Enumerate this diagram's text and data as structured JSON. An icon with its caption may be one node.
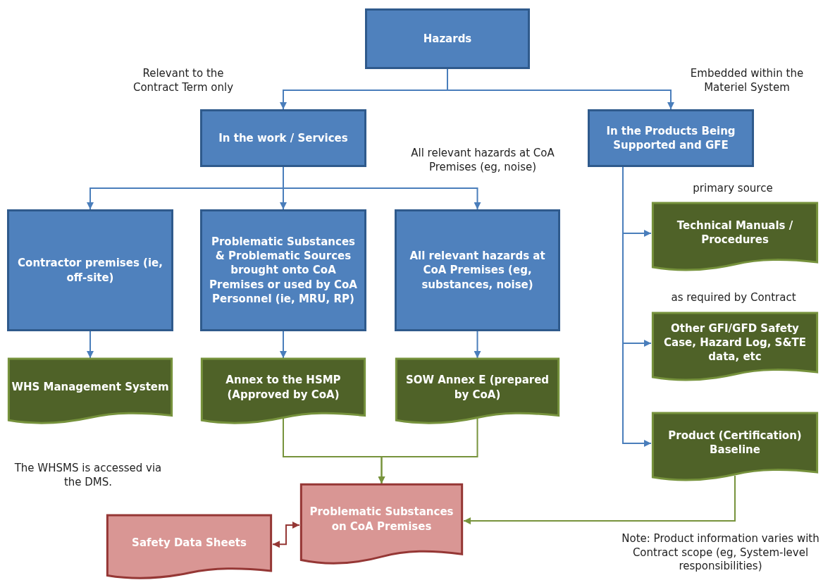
{
  "diagram": {
    "nodes": [
      {
        "text": [
          "Hazards"
        ]
      },
      {
        "text": [
          "In the work / Services"
        ]
      },
      {
        "text": [
          "In the Products Being Supported and GFE"
        ]
      },
      {
        "text": [
          "Contractor premises (ie, off-site)"
        ]
      },
      {
        "text": [
          "Problematic Substances & Problematic Sources brought onto CoA Premises or used by CoA Personnel (ie, MRU, RP)"
        ]
      },
      {
        "text": [
          "All relevant hazards at CoA Premises (eg, substances, noise)"
        ]
      },
      {
        "text": [
          "WHS Management System"
        ]
      },
      {
        "text": [
          "Annex to the HSMP (Approved by CoA)"
        ]
      },
      {
        "text": [
          "SOW Annex E (prepared by CoA)"
        ]
      },
      {
        "text": [
          "Technical Manuals / Procedures"
        ]
      },
      {
        "text": [
          "Other GFI/GFD Safety Case, Hazard Log, S&TE data, etc"
        ]
      },
      {
        "text": [
          "Product (Certification) Baseline"
        ]
      },
      {
        "text": [
          "Problematic Substances on CoA Premises"
        ]
      },
      {
        "text": [
          "Safety Data Sheets"
        ]
      }
    ],
    "edges": [
      {
        "from": 0,
        "to": 1,
        "arrow": "to"
      },
      {
        "from": 0,
        "to": 2,
        "arrow": "to"
      },
      {
        "from": 1,
        "to": 3,
        "arrow": "to"
      },
      {
        "from": 1,
        "to": 4,
        "arrow": "to"
      },
      {
        "from": 1,
        "to": 5,
        "arrow": "to"
      },
      {
        "from": 3,
        "to": 6,
        "arrow": "to"
      },
      {
        "from": 4,
        "to": 7,
        "arrow": "to"
      },
      {
        "from": 5,
        "to": 8,
        "arrow": "to"
      },
      {
        "from": 2,
        "to": 9,
        "arrow": "to"
      },
      {
        "from": 2,
        "to": 10,
        "arrow": "to"
      },
      {
        "from": 2,
        "to": 11,
        "arrow": "to"
      },
      {
        "from": 7,
        "to": 12,
        "arrow": "to",
        "color": "#77933c"
      },
      {
        "from": 8,
        "to": 12,
        "arrow": "to",
        "color": "#77933c"
      },
      {
        "from": 11,
        "to": 12,
        "arrow": "to",
        "color": "#77933c"
      },
      {
        "from": 13,
        "to": 12,
        "arrow": "both",
        "color": "#953735"
      }
    ],
    "labels": [
      "Relevant to the Contract Term only",
      "Embedded within the Materiel System",
      "All relevant hazards at CoA Premises (eg, noise)",
      "primary source",
      "as required by Contract",
      "The WHSMS is accessed via the DMS.",
      "Note: Product information varies with Contract scope (eg, System-level responsibilities)"
    ]
  }
}
